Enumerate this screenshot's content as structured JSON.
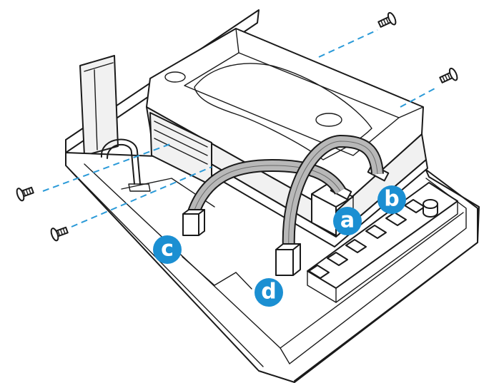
{
  "colors": {
    "callout": "#1b8fd2",
    "dashed_guide": "#2b9ad8",
    "cable": "#b8b8b8",
    "outline": "#1a1a1a"
  },
  "callouts": [
    {
      "id": "a",
      "label": "a"
    },
    {
      "id": "b",
      "label": "b"
    },
    {
      "id": "c",
      "label": "c"
    },
    {
      "id": "d",
      "label": "d"
    }
  ],
  "icons": [
    "screw-icon",
    "hard-drive",
    "drive-cage",
    "sata-cable",
    "connector"
  ]
}
